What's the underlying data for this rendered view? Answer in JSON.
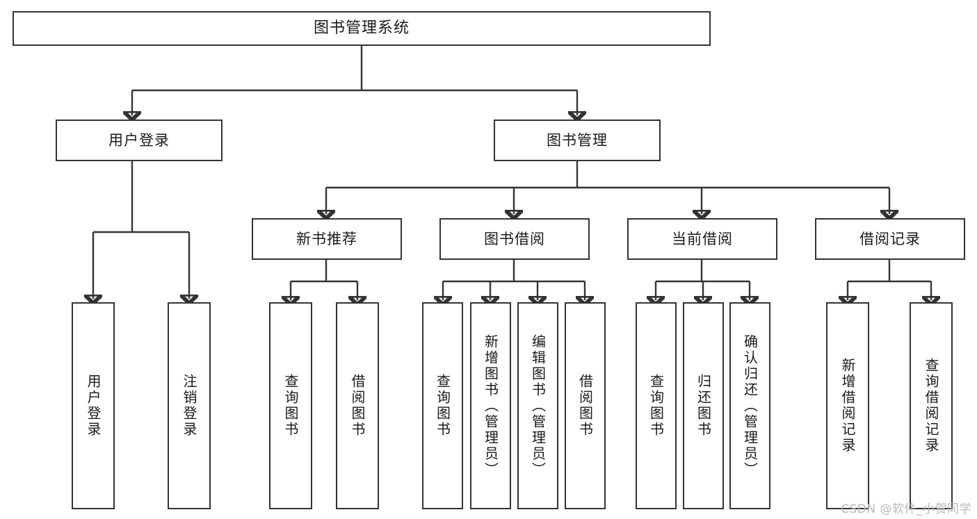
{
  "diagram": {
    "title": "图书管理系统",
    "type": "tree",
    "watermark": "CSDN @软件_小贺同学",
    "colors": {
      "background": "#ffffff",
      "box_border": "#333333",
      "box_fill": "#ffffff",
      "text": "#1a1a1a",
      "connector": "#333333",
      "watermark": "#b9b9b9"
    },
    "nodes": {
      "root": {
        "label": "图书管理系统"
      },
      "level2": [
        {
          "label": "用户登录"
        },
        {
          "label": "图书管理"
        }
      ],
      "level3": [
        {
          "label": "新书推荐"
        },
        {
          "label": "图书借阅"
        },
        {
          "label": "当前借阅"
        },
        {
          "label": "借阅记录"
        }
      ],
      "leaves": {
        "user_login": [
          {
            "label": "用户登录"
          },
          {
            "label": "注销登录"
          }
        ],
        "new_book": [
          {
            "label": "查询图书"
          },
          {
            "label": "借阅图书"
          }
        ],
        "book_borrow": [
          {
            "label": "查询图书"
          },
          {
            "label": "新增图书（管理员）"
          },
          {
            "label": "编辑图书（管理员）"
          },
          {
            "label": "借阅图书"
          }
        ],
        "current_borrow": [
          {
            "label": "查询图书"
          },
          {
            "label": "归还图书"
          },
          {
            "label": "确认归还（管理员）"
          }
        ],
        "borrow_record": [
          {
            "label": "新增借阅记录"
          },
          {
            "label": "查询借阅记录"
          }
        ]
      }
    }
  }
}
